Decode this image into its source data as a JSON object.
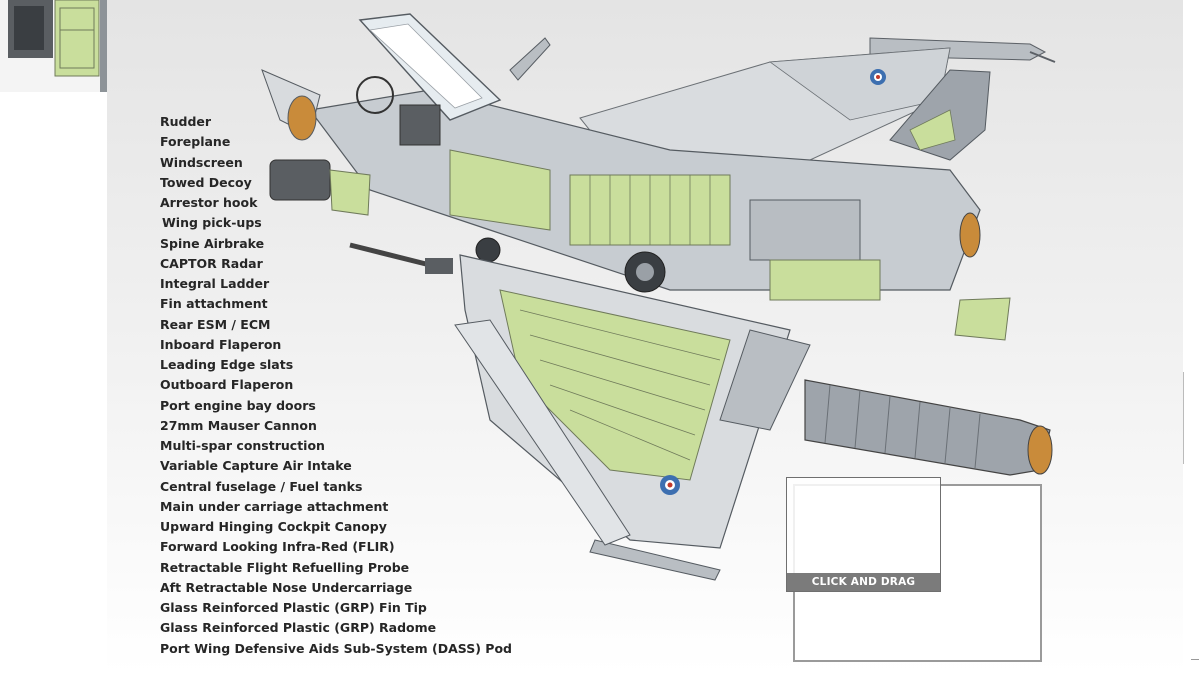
{
  "labels": [
    "Rudder",
    "Foreplane",
    "Windscreen",
    "Towed Decoy",
    "Arrestor hook",
    "Wing pick-ups",
    "Spine Airbrake",
    "CAPTOR Radar",
    "Integral Ladder",
    "Fin attachment",
    "Rear ESM / ECM",
    "Inboard Flaperon",
    "Leading Edge slats",
    "Outboard Flaperon",
    "Port engine bay doors",
    "27mm Mauser Cannon",
    "Multi-spar construction",
    "Variable Capture Air Intake",
    "Central fuselage / Fuel tanks",
    "Main under carriage attachment",
    "Upward Hinging Cockpit Canopy",
    "Forward Looking Infra-Red (FLIR)",
    "Retractable Flight Refuelling Probe",
    "Aft Retractable Nose Undercarriage",
    "Glass Reinforced Plastic (GRP) Fin Tip",
    "Glass Reinforced Plastic (GRP) Radome",
    "Port Wing Defensive Aids Sub-System (DASS) Pod"
  ],
  "drag_widget": {
    "label": "CLICK AND DRAG"
  },
  "colors": {
    "structure_green": "#c9de9c",
    "panel_grey": "#a7adb3",
    "accent_red": "#c0392b",
    "roundel_blue": "#3d6fb0",
    "label_text": "#262626"
  }
}
